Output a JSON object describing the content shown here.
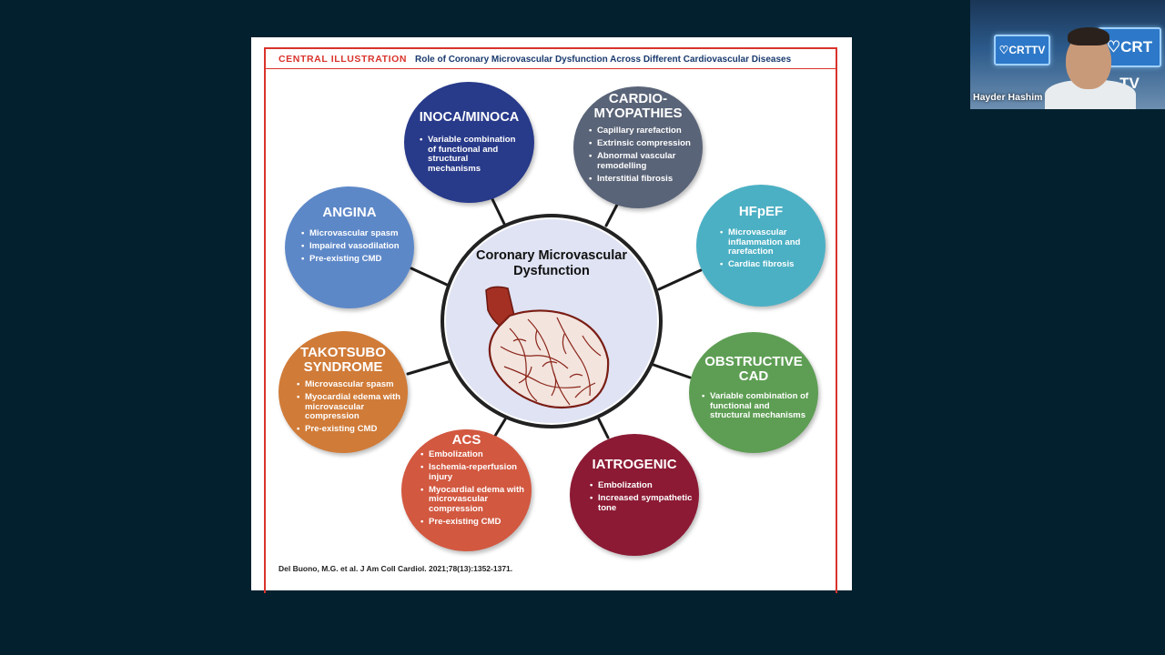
{
  "slide": {
    "header_tag": "CENTRAL ILLUSTRATION",
    "header_title": "Role of Coronary Microvascular Dysfunction Across Different Cardiovascular Diseases",
    "center_title": "Coronary Microvascular Dysfunction",
    "citation": "Del Buono, M.G. et al. J Am Coll Cardiol. 2021;78(13):1352-1371.",
    "bubbles": {
      "inoca": {
        "title": "INOCA/MINOCA",
        "items": [
          "Variable combination of functional and structural mechanisms"
        ],
        "color": "#283a8a"
      },
      "cardio": {
        "title": "CARDIO-\nMYOPATHIES",
        "items": [
          "Capillary rarefaction",
          "Extrinsic compression",
          "Abnormal vascular remodelling",
          "Interstitial fibrosis"
        ],
        "color": "#5a6478"
      },
      "hfpef": {
        "title": "HFpEF",
        "items": [
          "Microvascular inflammation and rarefaction",
          "Cardiac fibrosis"
        ],
        "color": "#4cb0c4"
      },
      "obstructive": {
        "title": "OBSTRUCTIVE\nCAD",
        "items": [
          "Variable combination of functional and structural mechanisms"
        ],
        "color": "#5e9e54"
      },
      "iatrogenic": {
        "title": "IATROGENIC",
        "items": [
          "Embolization",
          "Increased sympathetic tone"
        ],
        "color": "#8c1a34"
      },
      "acs": {
        "title": "ACS",
        "items": [
          "Embolization",
          "Ischemia-reperfusion injury",
          "Myocardial edema with microvascular compression",
          "Pre-existing CMD"
        ],
        "color": "#d25840"
      },
      "takotsubo": {
        "title": "TAKOTSUBO\nSYNDROME",
        "items": [
          "Microvascular spasm",
          "Myocardial edema with microvascular compression",
          "Pre-existing CMD"
        ],
        "color": "#d07b38"
      },
      "angina": {
        "title": "ANGINA",
        "items": [
          "Microvascular spasm",
          "Impaired vasodilation",
          "Pre-existing CMD"
        ],
        "color": "#5d88c8"
      }
    }
  },
  "video": {
    "speaker_name": "Hayder Hashim",
    "sign_text": "CRT TV",
    "sign_small_text": "CRTTV"
  }
}
